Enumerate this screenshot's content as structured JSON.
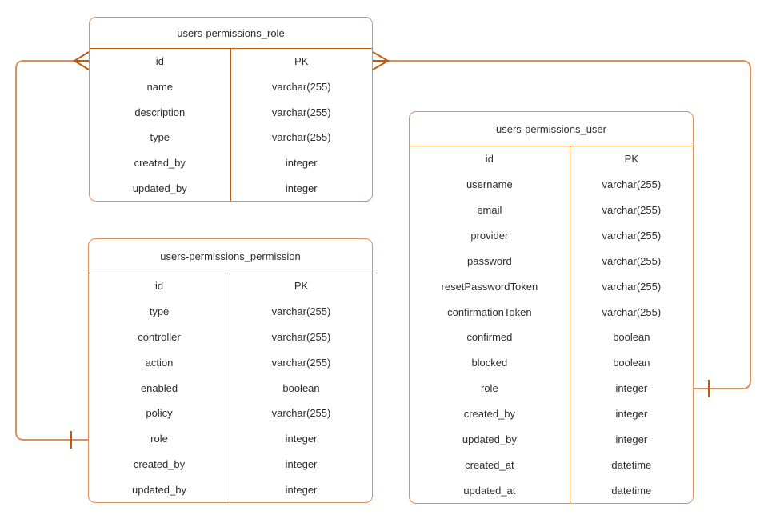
{
  "diagram": {
    "type": "entity-relationship",
    "colors": {
      "background": "#ffffff",
      "stroke_light": "#E08F5C",
      "stroke_dark": "#C05A0E",
      "text": "#2e2e2e"
    },
    "tables": [
      {
        "id": "role",
        "title": "users-permissions_role",
        "fields": [
          {
            "name": "id",
            "type": "PK"
          },
          {
            "name": "name",
            "type": "varchar(255)"
          },
          {
            "name": "description",
            "type": "varchar(255)"
          },
          {
            "name": "type",
            "type": "varchar(255)"
          },
          {
            "name": "created_by",
            "type": "integer"
          },
          {
            "name": "updated_by",
            "type": "integer"
          }
        ]
      },
      {
        "id": "permission",
        "title": "users-permissions_permission",
        "fields": [
          {
            "name": "id",
            "type": "PK"
          },
          {
            "name": "type",
            "type": "varchar(255)"
          },
          {
            "name": "controller",
            "type": "varchar(255)"
          },
          {
            "name": "action",
            "type": "varchar(255)"
          },
          {
            "name": "enabled",
            "type": "boolean"
          },
          {
            "name": "policy",
            "type": "varchar(255)"
          },
          {
            "name": "role",
            "type": "integer"
          },
          {
            "name": "created_by",
            "type": "integer"
          },
          {
            "name": "updated_by",
            "type": "integer"
          }
        ]
      },
      {
        "id": "user",
        "title": "users-permissions_user",
        "fields": [
          {
            "name": "id",
            "type": "PK"
          },
          {
            "name": "username",
            "type": "varchar(255)"
          },
          {
            "name": "email",
            "type": "varchar(255)"
          },
          {
            "name": "provider",
            "type": "varchar(255)"
          },
          {
            "name": "password",
            "type": "varchar(255)"
          },
          {
            "name": "resetPasswordToken",
            "type": "varchar(255)"
          },
          {
            "name": "confirmationToken",
            "type": "varchar(255)"
          },
          {
            "name": "confirmed",
            "type": "boolean"
          },
          {
            "name": "blocked",
            "type": "boolean"
          },
          {
            "name": "role",
            "type": "integer"
          },
          {
            "name": "created_by",
            "type": "integer"
          },
          {
            "name": "updated_by",
            "type": "integer"
          },
          {
            "name": "created_at",
            "type": "datetime"
          },
          {
            "name": "updated_at",
            "type": "datetime"
          }
        ]
      }
    ],
    "relationships": [
      {
        "from": "users-permissions_role.id",
        "from_cardinality": "many",
        "to": "users-permissions_permission.role",
        "to_cardinality": "one"
      },
      {
        "from": "users-permissions_role.id",
        "from_cardinality": "many",
        "to": "users-permissions_user.role",
        "to_cardinality": "one"
      }
    ]
  }
}
